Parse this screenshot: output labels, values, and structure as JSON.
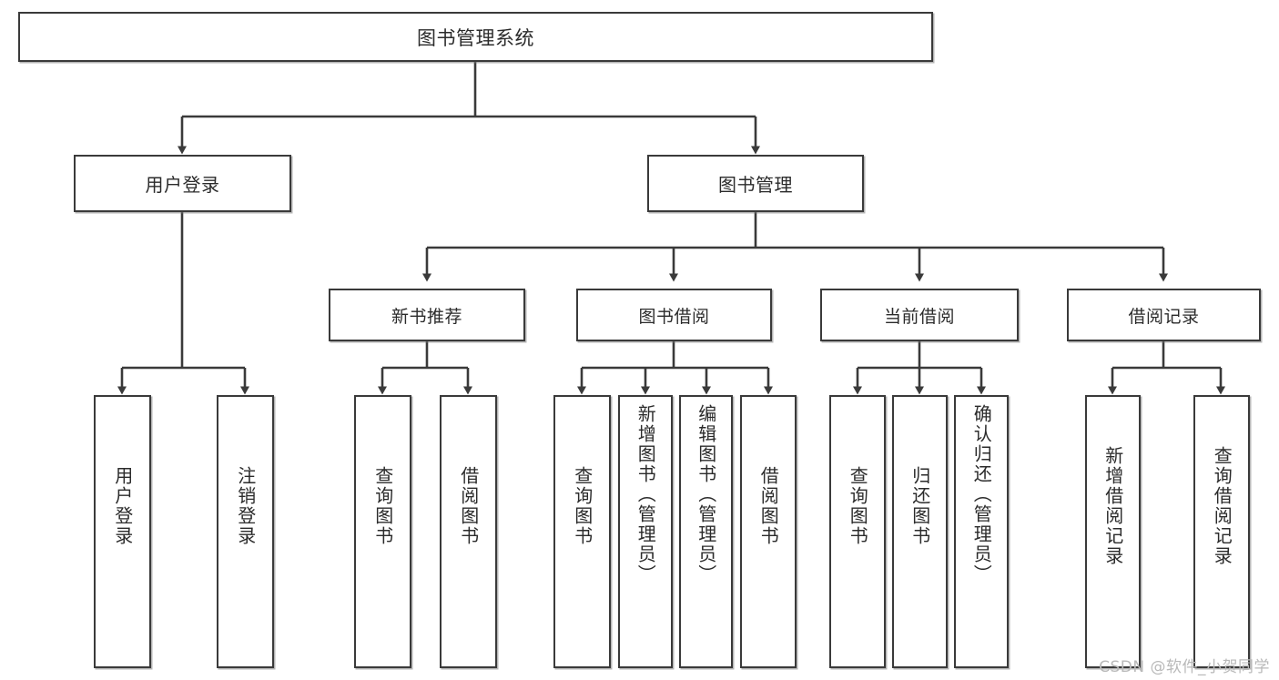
{
  "diagram": {
    "title": "图书管理系统",
    "type": "tree-hierarchy-chart",
    "stroke_color": "#3a3a3a",
    "background_color": "#ffffff",
    "text_color": "#2b2b2b",
    "nodes": {
      "root": {
        "label": "图书管理系统"
      },
      "level1": [
        {
          "id": "user-login",
          "label": "用户登录"
        },
        {
          "id": "book-manage",
          "label": "图书管理"
        }
      ],
      "level2": [
        {
          "id": "new-book-recommend",
          "label": "新书推荐"
        },
        {
          "id": "book-borrow",
          "label": "图书借阅"
        },
        {
          "id": "current-borrow",
          "label": "当前借阅"
        },
        {
          "id": "borrow-record",
          "label": "借阅记录"
        }
      ],
      "leaves": {
        "user-login": [
          {
            "id": "leaf-user-login",
            "label": "用户登录"
          },
          {
            "id": "leaf-logout-login",
            "label": "注销登录"
          }
        ],
        "new-book-recommend": [
          {
            "id": "leaf-query-book-1",
            "label": "查询图书"
          },
          {
            "id": "leaf-borrow-book-1",
            "label": "借阅图书"
          }
        ],
        "book-borrow": [
          {
            "id": "leaf-query-book-2",
            "label": "查询图书"
          },
          {
            "id": "leaf-add-book-admin",
            "label": "新增图书（管理员）"
          },
          {
            "id": "leaf-edit-book-admin",
            "label": "编辑图书（管理员）"
          },
          {
            "id": "leaf-borrow-book-2",
            "label": "借阅图书"
          }
        ],
        "current-borrow": [
          {
            "id": "leaf-query-book-3",
            "label": "查询图书"
          },
          {
            "id": "leaf-return-book",
            "label": "归还图书"
          },
          {
            "id": "leaf-confirm-return-admin",
            "label": "确认归还（管理员）"
          }
        ],
        "borrow-record": [
          {
            "id": "leaf-add-borrow-record",
            "label": "新增借阅记录"
          },
          {
            "id": "leaf-query-borrow-record",
            "label": "查询借阅记录"
          }
        ]
      }
    }
  },
  "watermark": {
    "text": "CSDN @软件_小贺同学"
  }
}
